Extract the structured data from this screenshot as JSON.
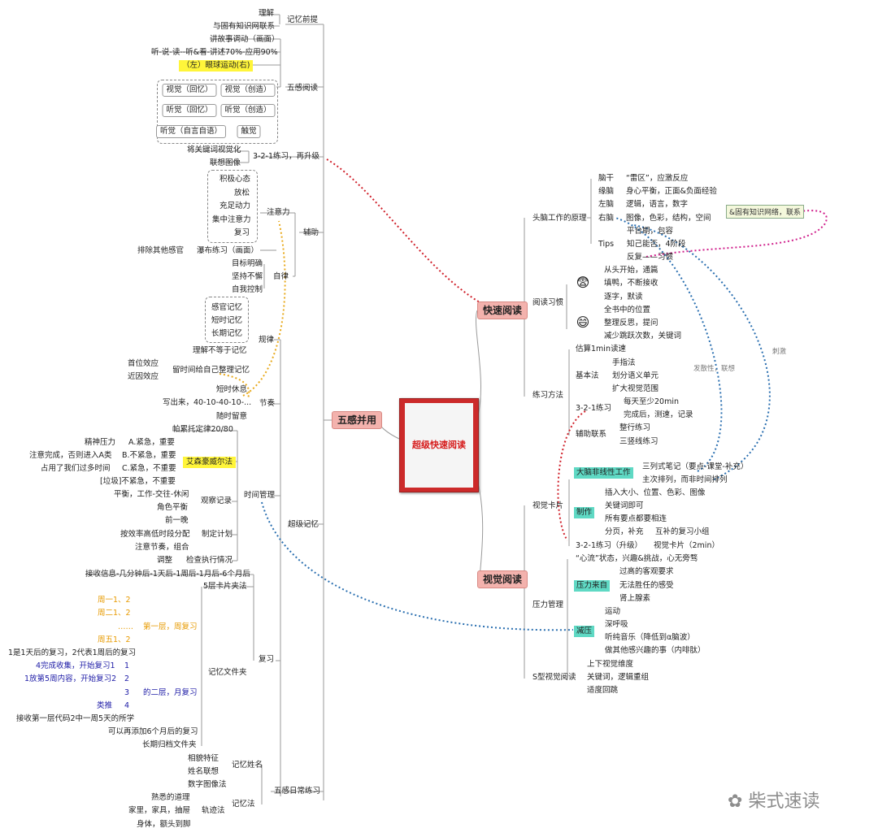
{
  "center": {
    "title": "超级快速阅读"
  },
  "branches": {
    "wugan": "五感并用",
    "kuaisu": "快速阅读",
    "shijue": "视觉阅读"
  },
  "left": {
    "jiyi_qianti": {
      "label": "记忆前提",
      "items": [
        "理解",
        "与固有知识网联系"
      ]
    },
    "wugan_yuedu": {
      "label": "五感阅读",
      "items": [
        "讲故事调动（画面）",
        "听-说-读--听&看-讲述70%-应用90%",
        "（左）眼球运动(右)"
      ],
      "grid": [
        "视觉（回忆）",
        "视觉（创造）",
        "听觉（回忆）",
        "听觉（创造）",
        "听觉（自言自语）",
        "触觉"
      ]
    },
    "lianxi": {
      "label": "3-2-1练习，再升级",
      "items": [
        "将关键词视觉化",
        "联想图像"
      ]
    },
    "fuzhu": {
      "label": "辅助",
      "zhuyili": {
        "label": "注意力",
        "items": [
          "积极心态",
          "放松",
          "充足动力",
          "集中注意力",
          "复习"
        ]
      },
      "pubu": "瀑布练习（画面）",
      "paichu": "排除其他感官",
      "zilu": {
        "label": "自律",
        "items": [
          "目标明确",
          "坚持不懈",
          "自我控制"
        ]
      }
    },
    "chaoji": {
      "label": "超级记忆",
      "guilv": {
        "label": "规律",
        "items": [
          "感官记忆",
          "短时记忆",
          "长期记忆"
        ],
        "li": "理解不等于记忆",
        "liushi": "留时间给自己整理记忆",
        "xiaoying": [
          "首位效应",
          "近因效应"
        ]
      },
      "jiezou": {
        "label": "节奏",
        "items": [
          "短时休息",
          "写出来，40-10-40-10-...",
          "随时留意"
        ]
      },
      "shijian": {
        "label": "时间管理",
        "pareto": "帕累托定律20/80",
        "eisen": {
          "label": "艾森豪威尔法",
          "rows": [
            {
              "l": "精神压力",
              "r": "A.紧急，重要"
            },
            {
              "l": "注意完成，否则进入A类",
              "r": "B.不紧急，重要"
            },
            {
              "l": "占用了我们过多时间",
              "r": "C.紧急，不重要"
            },
            {
              "l": "[垃圾]不紧急，不重要",
              "r": ""
            }
          ]
        },
        "guancha": {
          "label": "观察记录",
          "items": [
            "平衡，工作-交往-休闲",
            "角色平衡"
          ]
        },
        "jihua": {
          "label": "制定计划",
          "items": [
            "前一晚",
            "按效率高低时段分配",
            "注意节奏，组合"
          ]
        },
        "jiancha": {
          "label": "检查执行情况",
          "items": [
            "调整"
          ]
        }
      },
      "fuxi": {
        "label": "复习",
        "jieshou": "接收信息-几分钟后-1天后-1周后-1月后-6个月后",
        "kapian": "5层卡片夹法",
        "wenjian": "记忆文件夹",
        "ceng1": {
          "label": "第一层，周复习",
          "items": [
            "周一1、2",
            "周二1、2",
            "……",
            "周五1、2"
          ]
        },
        "ceng1note": "1是1天后的复习，2代表1周后的复习",
        "blue": [
          {
            "l": "4完成收集，开始复习1",
            "r": "1"
          },
          {
            "l": "1放第5周内容，开始复习2",
            "r": "2"
          }
        ],
        "ceng2": {
          "label": "的二层，月复习",
          "pre": "3",
          "post": "4",
          "leibi": "类推"
        },
        "more": [
          "接收第一层代码2中一周5天的所学",
          "可以再添加6个月后的复习",
          "长期归档文件夹"
        ]
      }
    },
    "richang": {
      "label": "五感日常练习",
      "xingming": {
        "label": "记忆姓名",
        "items": [
          "相貌特征",
          "姓名联想"
        ]
      },
      "jiyifa": {
        "label": "记忆法",
        "items": [
          "数字图像法"
        ],
        "guiji": {
          "label": "轨迹法",
          "items": [
            "熟悉的道理",
            "家里，家具，抽屉",
            "身体，额头到脚"
          ]
        }
      }
    }
  },
  "right": {
    "tounao": {
      "label": "头脑工作的原理",
      "rows": [
        {
          "l": "脑干",
          "r": "“雷区”，应激反应"
        },
        {
          "l": "缘脑",
          "r": "身心平衡，正面&负面经验"
        },
        {
          "l": "左脑",
          "r": "逻辑，语言，数字"
        },
        {
          "l": "右脑",
          "r": "图像，色彩，结构，空间"
        }
      ],
      "note": "&固有知识网络，联系",
      "tips": {
        "label": "Tips",
        "items": [
          "平台期，包容",
          "知己能否，4阶段",
          "反复——习惯"
        ]
      }
    },
    "xiguan": {
      "label": "阅读习惯",
      "bad": [
        "从头开始，通篇",
        "填鸭，不断接收",
        "逐字，默读"
      ],
      "good": [
        "全书中的位置",
        "整理反思，提问",
        "减少跳跃次数，关键词"
      ]
    },
    "fangfa": {
      "label": "练习方法",
      "gusuan": "估算1min读速",
      "jiben": {
        "label": "基本法",
        "items": [
          "手指法",
          "划分语义单元",
          "扩大视觉范围"
        ]
      },
      "lianxi": {
        "label": "3-2-1练习",
        "items": [
          "每天至少20min",
          "完成后，测速，记录"
        ]
      },
      "fuzhu": {
        "label": "辅助联系",
        "items": [
          "整行练习",
          "三竖线练习"
        ]
      }
    },
    "kapian": {
      "label": "视觉卡片",
      "feixian": {
        "label": "大脑非线性工作",
        "items": [
          "三列式笔记（要点-课堂-补充）",
          "主次排列，而非时间排列"
        ]
      },
      "zhizuo": {
        "label": "制作",
        "items": [
          "插入大小、位置、色彩、图像",
          "关键词即可",
          "所有要点都要相连",
          "分页，补充"
        ],
        "xiaozu": "互补的复习小组"
      },
      "sheng": {
        "label": "3-2-1练习（升级）",
        "r": "视觉卡片（2min）"
      }
    },
    "yali": {
      "label": "压力管理",
      "xinliu": "“心流”状态，兴趣&挑战，心无旁骛",
      "laizi": {
        "label": "压力来自",
        "items": [
          "过高的客观要求",
          "无法胜任的感受",
          "肾上腺素"
        ]
      },
      "jianya": {
        "label": "减压",
        "items": [
          "运动",
          "深呼吸",
          "听纯音乐（降低到α脑波）",
          "做其他感兴趣的事（内啡肽）"
        ]
      }
    },
    "sxing": {
      "label": "S型视觉阅读",
      "items": [
        "上下视觉维度",
        "关键词，逻辑重组",
        "适度回跳"
      ]
    }
  },
  "relations": [
    "发散性，联想",
    "刺激"
  ],
  "watermark": "柴式速读"
}
